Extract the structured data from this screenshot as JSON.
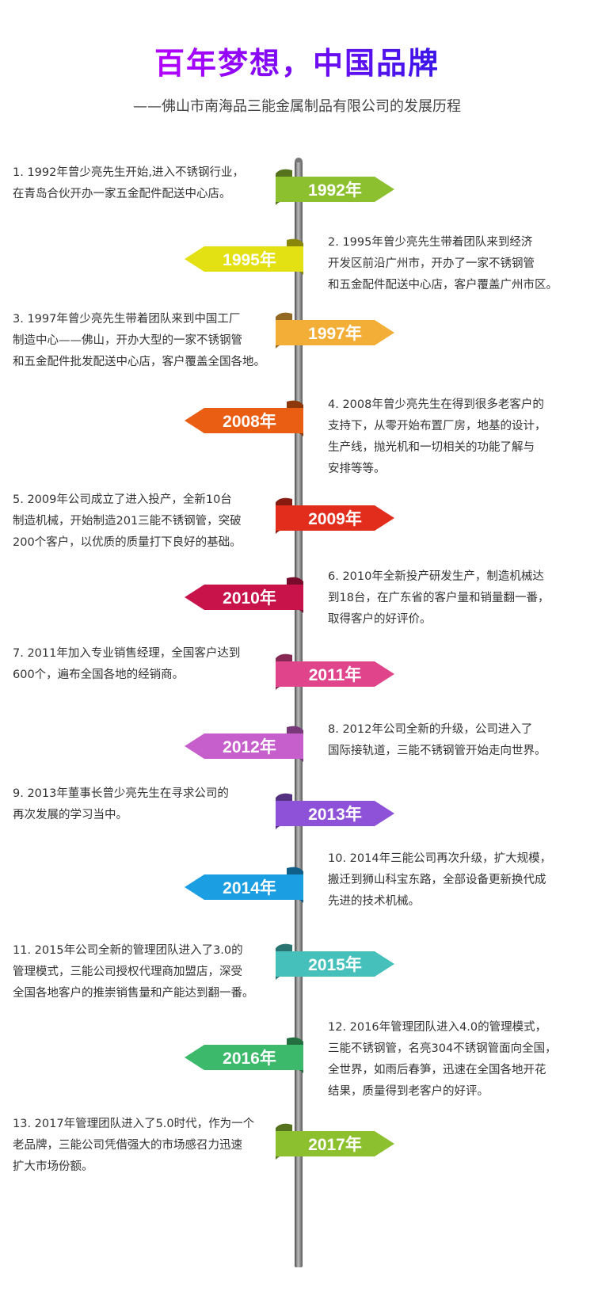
{
  "header": {
    "title": "百年梦想，中国品牌",
    "subtitle": "——佛山市南海品三能金属制品有限公司的发展历程",
    "title_gradient": [
      "#b400ff",
      "#3a16e8"
    ]
  },
  "timeline": [
    {
      "year": "1992年",
      "color": "#8cc02e",
      "lines": [
        "1. 1992年曾少亮先生开始,进入不锈钢行业，",
        "在青岛合伙开办一家五金配件配送中心店。"
      ]
    },
    {
      "year": "1995年",
      "color": "#e3e013",
      "lines": [
        "2. 1995年曾少亮先生带着团队来到经济",
        "开发区前沿广州市，开办了一家不锈钢管",
        "和五金配件配送中心店，客户覆盖广州市区。"
      ]
    },
    {
      "year": "1997年",
      "color": "#f3ae38",
      "lines": [
        "3. 1997年曾少亮先生带着团队来到中国工厂",
        "制造中心——佛山，开办大型的一家不锈钢管",
        "和五金配件批发配送中心店，客户覆盖全国各地。"
      ]
    },
    {
      "year": "2008年",
      "color": "#ea5e14",
      "lines": [
        "4. 2008年曾少亮先生在得到很多老客户的",
        "支持下，从零开始布置厂房，地基的设计，",
        "生产线，抛光机和一切相关的功能了解与",
        "安排等等。"
      ]
    },
    {
      "year": "2009年",
      "color": "#e22d1d",
      "lines": [
        "5. 2009年公司成立了进入投产，全新10台",
        "制造机械，开始制造201三能不锈钢管，突破",
        "200个客户，以优质的质量打下良好的基础。"
      ]
    },
    {
      "year": "2010年",
      "color": "#c8134a",
      "lines": [
        "6. 2010年全新投产研发生产，制造机械达",
        "到18台，在广东省的客户量和销量翻一番，",
        "取得客户的好评价。"
      ]
    },
    {
      "year": "2011年",
      "color": "#e0458c",
      "lines": [
        "7. 2011年加入专业销售经理，全国客户达到",
        "600个，遍布全国各地的经销商。"
      ]
    },
    {
      "year": "2012年",
      "color": "#c65fcb",
      "lines": [
        "8. 2012年公司全新的升级，公司进入了",
        "国际接轨道，三能不锈钢管开始走向世界。"
      ]
    },
    {
      "year": "2013年",
      "color": "#8d52d8",
      "lines": [
        "9. 2013年董事长曾少亮先生在寻求公司的",
        "再次发展的学习当中。"
      ]
    },
    {
      "year": "2014年",
      "color": "#1b9ee2",
      "lines": [
        "10. 2014年三能公司再次升级，扩大规模，",
        "搬迁到狮山科宝东路，全部设备更新换代成",
        "先进的技术机械。"
      ]
    },
    {
      "year": "2015年",
      "color": "#45c0bb",
      "lines": [
        "11. 2015年公司全新的管理团队进入了3.0的",
        "管理模式，三能公司授权代理商加盟店，深受",
        "全国各地客户的推崇销售量和产能达到翻一番。"
      ]
    },
    {
      "year": "2016年",
      "color": "#3cb96b",
      "lines": [
        "12. 2016年管理团队进入4.0的管理模式，",
        "三能不锈钢管，名亮304不锈钢管面向全国，",
        "全世界，如雨后春笋，迅速在全国各地开花",
        "结果，质量得到老客户的好评。"
      ]
    },
    {
      "year": "2017年",
      "color": "#8cc02e",
      "lines": [
        "13. 2017年管理团队进入了5.0时代，作为一个",
        "老品牌，三能公司凭借强大的市场感召力迅速",
        "扩大市场份额。"
      ]
    }
  ]
}
